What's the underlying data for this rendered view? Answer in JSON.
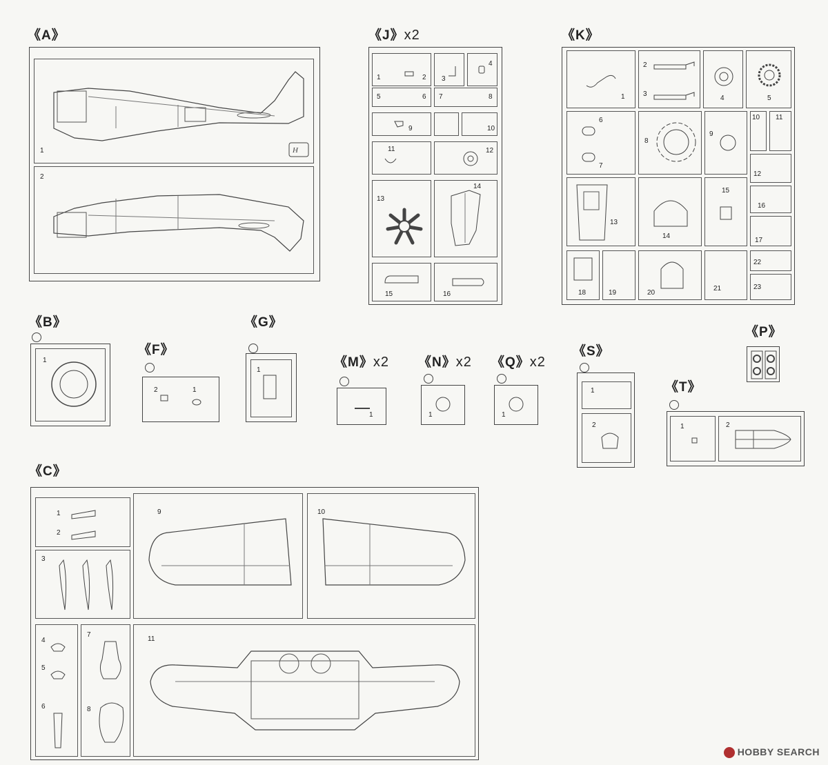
{
  "sections": {
    "A": {
      "title": "《A》",
      "mult": "",
      "parts": [
        "1",
        "2"
      ]
    },
    "J": {
      "title": "《J》",
      "mult": "x2",
      "parts": [
        "1",
        "2",
        "3",
        "4",
        "5",
        "6",
        "7",
        "8",
        "9",
        "10",
        "11",
        "12",
        "13",
        "14",
        "15",
        "16"
      ]
    },
    "K": {
      "title": "《K》",
      "mult": "",
      "parts": [
        "1",
        "2",
        "3",
        "4",
        "5",
        "6",
        "7",
        "8",
        "9",
        "10",
        "11",
        "12",
        "13",
        "14",
        "15",
        "16",
        "17",
        "18",
        "19",
        "20",
        "21",
        "22",
        "23"
      ]
    },
    "B": {
      "title": "《B》",
      "mult": "",
      "parts": [
        "1"
      ]
    },
    "F": {
      "title": "《F》",
      "mult": "",
      "parts": [
        "2",
        "1"
      ]
    },
    "G": {
      "title": "《G》",
      "mult": "",
      "parts": [
        "1"
      ]
    },
    "M": {
      "title": "《M》",
      "mult": "x2",
      "parts": [
        "1"
      ]
    },
    "N": {
      "title": "《N》",
      "mult": "x2",
      "parts": [
        "1"
      ]
    },
    "Q": {
      "title": "《Q》",
      "mult": "x2",
      "parts": [
        "1"
      ]
    },
    "S": {
      "title": "《S》",
      "mult": "",
      "parts": [
        "1",
        "2"
      ]
    },
    "P": {
      "title": "《P》",
      "mult": "",
      "parts": []
    },
    "T": {
      "title": "《T》",
      "mult": "",
      "parts": [
        "1",
        "2"
      ]
    },
    "C": {
      "title": "《C》",
      "mult": "",
      "parts": [
        "1",
        "2",
        "3",
        "9",
        "10",
        "4",
        "5",
        "6",
        "7",
        "8",
        "11"
      ]
    }
  },
  "icons": {
    "logo_badge": "hasegawa-logo-icon",
    "watermark_logo": "hobbysearch-logo-icon"
  },
  "watermark": "HOBBY SEARCH",
  "colors": {
    "line": "#444444",
    "paper": "#f7f7f4",
    "watermark": "#b03030"
  }
}
